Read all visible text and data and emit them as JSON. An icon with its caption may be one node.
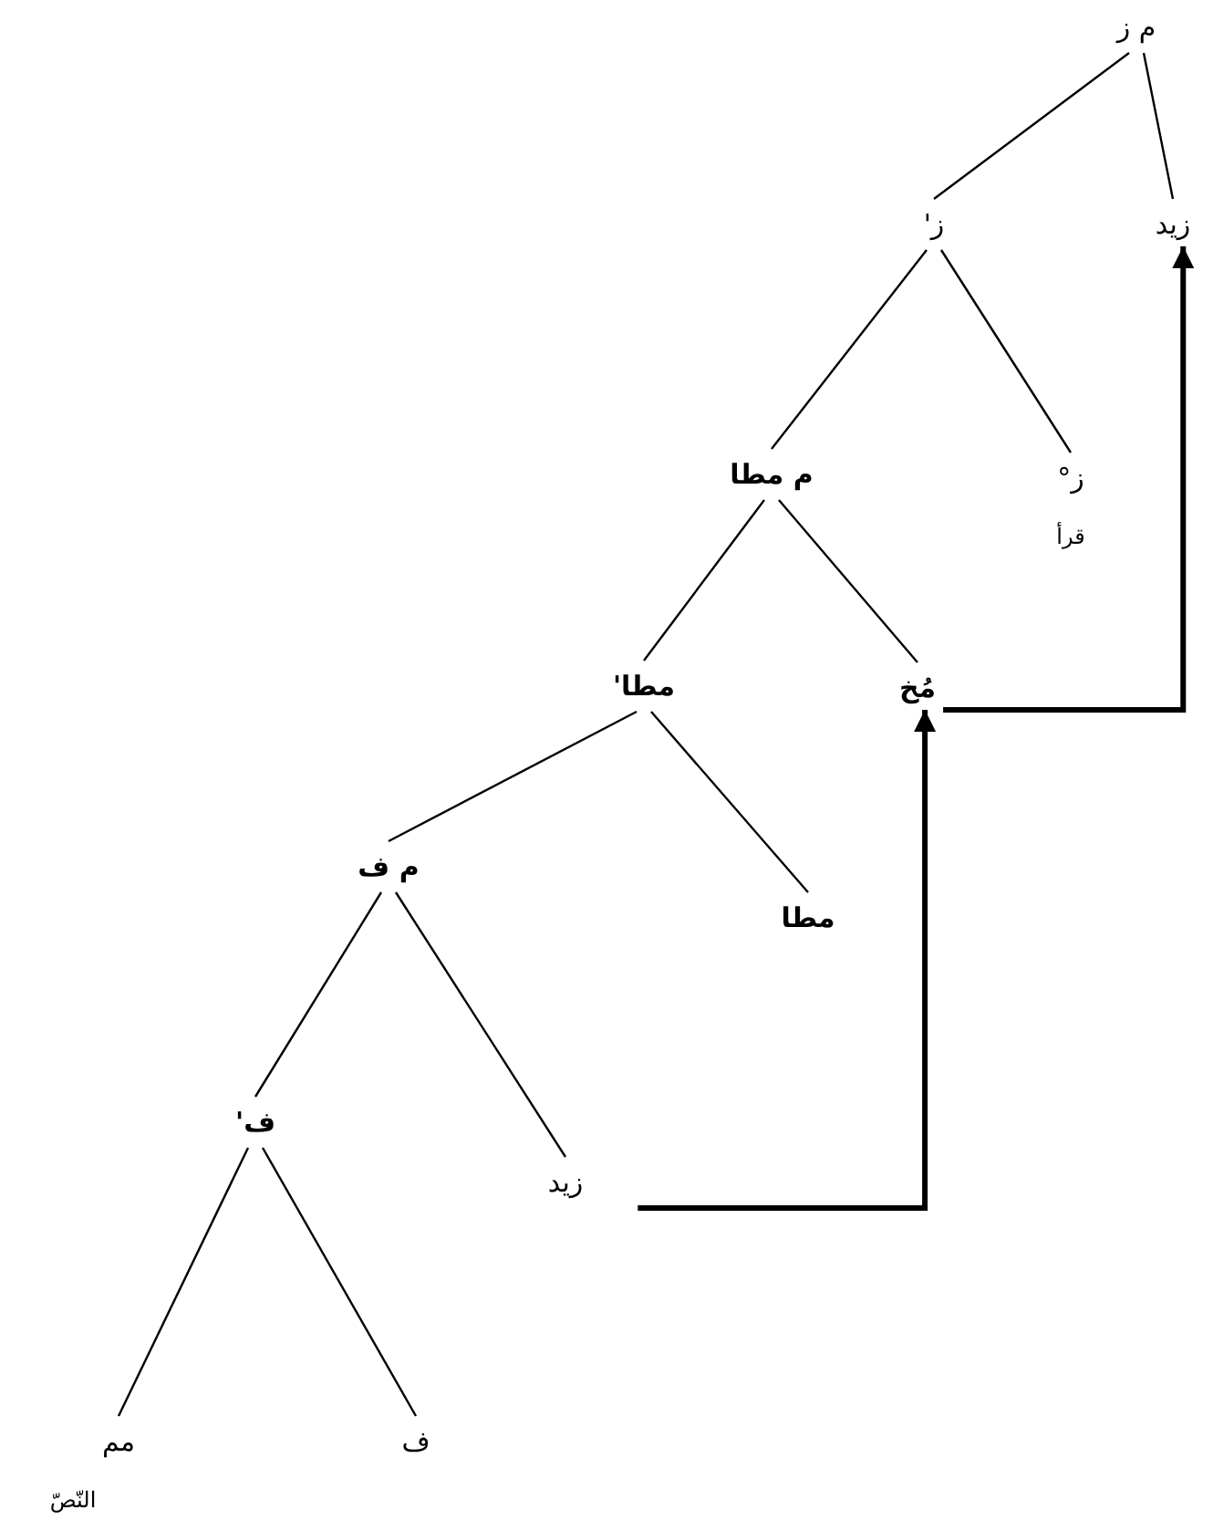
{
  "diagram": {
    "nodes": [
      {
        "text": [
          "م ز"
        ]
      },
      {
        "text": [
          "ز'"
        ]
      },
      {
        "text": [
          "زيد"
        ]
      },
      {
        "text": [
          "م مطا"
        ]
      },
      {
        "text": [
          "ز°"
        ],
        "beside": [
          "قرأ"
        ]
      },
      {
        "text": [
          "مطا'"
        ]
      },
      {
        "text": [
          "مُخ"
        ]
      },
      {
        "text": [
          "م ف"
        ]
      },
      {
        "text": [
          "مطا"
        ]
      },
      {
        "text": [
          "ف'"
        ]
      },
      {
        "text": [
          "زيد"
        ]
      },
      {
        "text": [
          "مم"
        ],
        "beside": [
          "النّصّ"
        ]
      },
      {
        "text": [
          "ف"
        ]
      }
    ],
    "edges": [
      {
        "from": 0,
        "to": 1,
        "arrow": "none"
      },
      {
        "from": 0,
        "to": 2,
        "arrow": "none"
      },
      {
        "from": 1,
        "to": 3,
        "arrow": "none"
      },
      {
        "from": 1,
        "to": 4,
        "arrow": "none"
      },
      {
        "from": 3,
        "to": 5,
        "arrow": "none"
      },
      {
        "from": 3,
        "to": 6,
        "arrow": "none"
      },
      {
        "from": 5,
        "to": 7,
        "arrow": "none"
      },
      {
        "from": 5,
        "to": 8,
        "arrow": "none"
      },
      {
        "from": 7,
        "to": 9,
        "arrow": "none"
      },
      {
        "from": 7,
        "to": 10,
        "arrow": "none"
      },
      {
        "from": 9,
        "to": 11,
        "arrow": "none"
      },
      {
        "from": 9,
        "to": 12,
        "arrow": "none"
      },
      {
        "from": 10,
        "to": 6,
        "arrow": "to",
        "style": "thick"
      },
      {
        "from": 6,
        "to": 2,
        "arrow": "to",
        "style": "thick"
      }
    ]
  }
}
